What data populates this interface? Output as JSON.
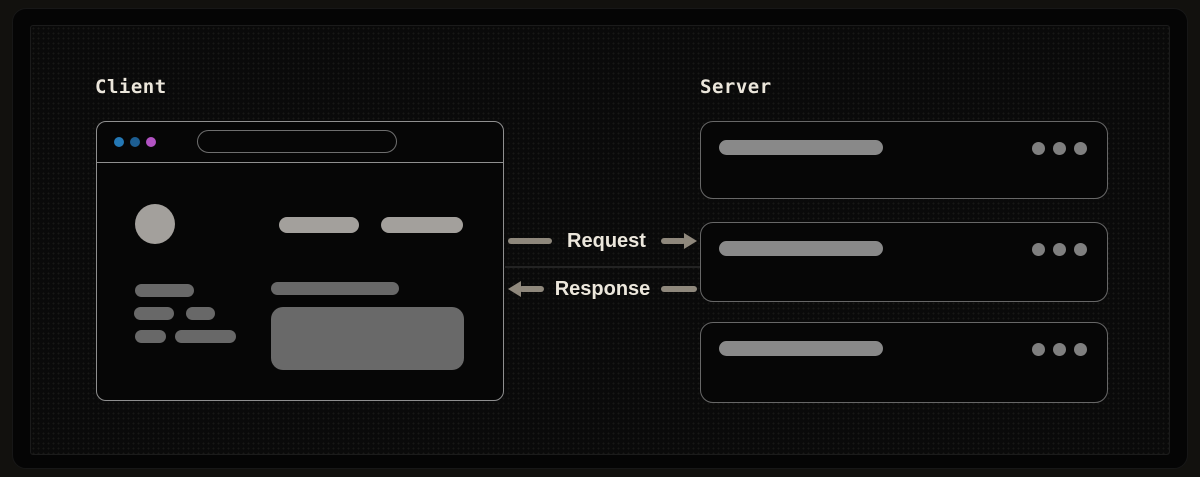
{
  "diagram": {
    "title_labels": {
      "client": "Client",
      "server": "Server"
    },
    "flows": [
      {
        "id": "request",
        "label": "Request",
        "direction": "client-to-server"
      },
      {
        "id": "response",
        "label": "Response",
        "direction": "server-to-client"
      }
    ],
    "client_browser": {
      "type": "browser-window-mockup",
      "traffic_lights": [
        {
          "name": "traffic-light-dot-1",
          "color": "#2478b5"
        },
        {
          "name": "traffic-light-dot-2",
          "color": "#1d5e92"
        },
        {
          "name": "traffic-light-dot-3",
          "color": "#b253c3"
        }
      ],
      "url_bar": {
        "value": "",
        "placeholder": ""
      },
      "skeleton": {
        "avatar_color": "#a3a09c",
        "light_pill_color": "#a3a09c",
        "dark_pill_color": "#686868",
        "block_color": "#696969"
      }
    },
    "server_nodes": [
      {
        "id": "server-node-1",
        "icon": "ellipsis-dots-icon"
      },
      {
        "id": "server-node-2",
        "icon": "ellipsis-dots-icon"
      },
      {
        "id": "server-node-3",
        "icon": "ellipsis-dots-icon"
      }
    ],
    "colors": {
      "page_background": "#12110e",
      "card_background": "#050505",
      "panel_background": "#0a0a0a",
      "label_text": "#ece7dc",
      "arrow": "#8f887c",
      "browser_border": "#8f8f8f",
      "server_border": "#676767",
      "server_pill": "#898989",
      "server_dot": "#7f7f7f",
      "connector_line": "#232323"
    }
  }
}
